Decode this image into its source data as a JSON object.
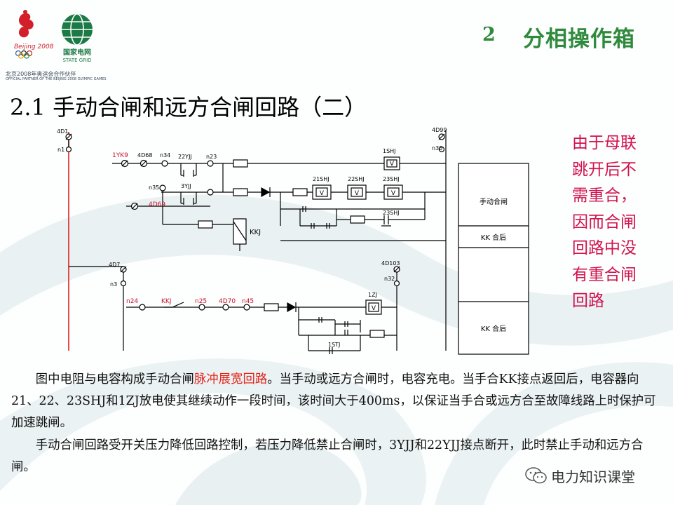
{
  "header": {
    "logo_beijing_text": "Beijing 2008",
    "logo_sgcc_text": "国家电网",
    "logo_sgcc_en": "STATE GRID",
    "logo_caption": "北京2008年奥运会合作伙伴",
    "logo_caption_en": "OFFICIAL PARTNER OF THE BEIJING 2008 OLYMPIC GAMES",
    "section_number": "2",
    "section_title": "分相操作箱"
  },
  "subtitle": "2.1  手动合闸和远方合闸回路（二）",
  "diagram": {
    "labels": {
      "t401": "4D1",
      "tn1": "n1",
      "t1yk9": "1YK9",
      "t4d68": "4D68",
      "tn34": "n34",
      "t22yjj": "22YJJ",
      "tn23": "n23",
      "tn35": "n35",
      "t3yjj": "3YJJ",
      "t4d69": "4D69",
      "tkkj": "KKJ",
      "t1shj": "1SHJ",
      "t21shj": "21SHJ",
      "t22shj": "22SHJ",
      "t23shj": "23SHJ",
      "t23shj_b": "23SHJ",
      "t4d99": "4D99",
      "tn30": "n30",
      "t4d7": "4D7",
      "tn3": "n3",
      "tn24": "n24",
      "tkkj2": "KKJ",
      "tn25": "n25",
      "t4d70": "4D70",
      "tn45": "n45",
      "t1zj": "1ZJ",
      "t1stj": "1STJ",
      "t4d103": "4D103",
      "tn32": "n32"
    },
    "kk_table": [
      "手动合闸",
      "KK 合后",
      "",
      "KK 合后"
    ]
  },
  "note": "由于母联跳开后不需重合，因而合闸回路中没有重合闸回路",
  "paragraph1": {
    "before": "图中电阻与电容构成手动合闸",
    "highlight": "脉冲展宽回路",
    "after": "。当手动或远方合闸时，电容充电。当手合KK接点返回后，电容器向21、22、23SHJ和1ZJ放电使其继续动作一段时间，该时间大于400ms，以保证当手合或远方合至故障线路上时保护可加速跳闸。"
  },
  "paragraph2": "手动合闸回路受开关压力降低回路控制，若压力降低禁止合闸时，3YJJ和22YJJ接点断开，此时禁止手动和远方合闸。",
  "watermark": "电力知识课堂",
  "colors": {
    "title_green": "#2f8a3c",
    "note_pink": "#d1144f",
    "highlight_red": "#e5241b",
    "label_red": "#c8102e"
  }
}
